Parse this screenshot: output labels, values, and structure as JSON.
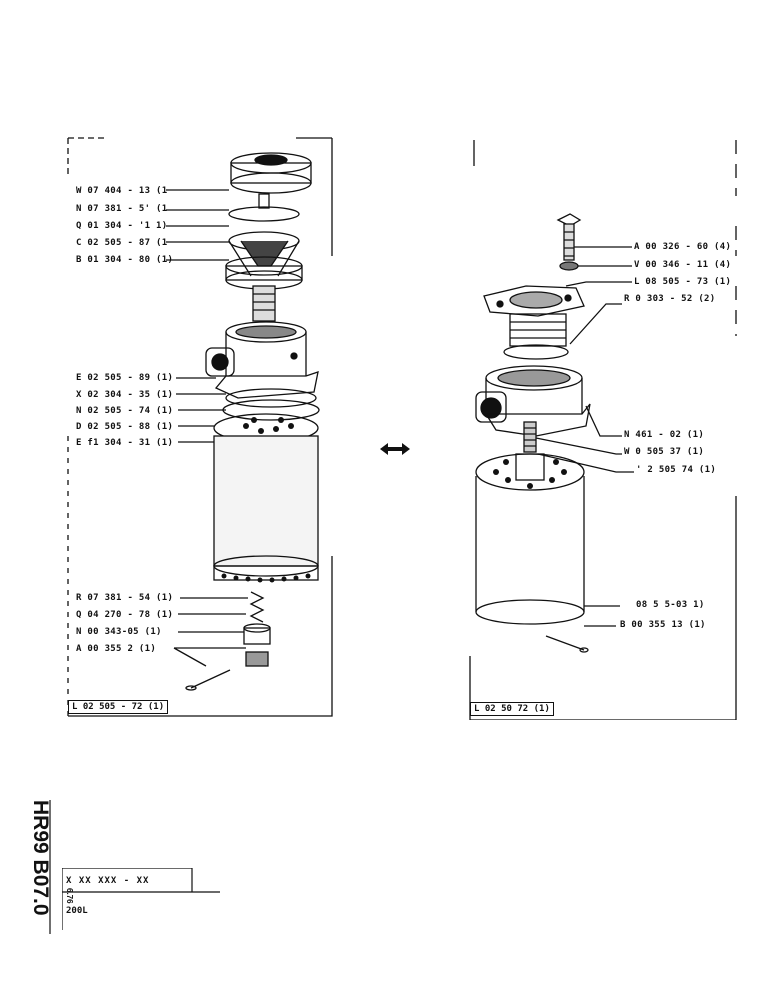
{
  "left_diagram": {
    "callouts": [
      "W 07 404 - 13 (1",
      "N 07 381 - 5' (1",
      "Q 01 304 - '1 1)",
      "C 02 505 - 87 (1",
      "B 01 304 - 80 (1)",
      "E 02 505 - 89 (1)",
      "X 02 304 - 35 (1)",
      "N 02 505 - 74 (1)",
      "D 02 505 - 88 (1)",
      "E f1 304 - 31 (1)",
      "R 07 381 - 54 (1)",
      "Q 04 270 - 78 (1)",
      "N 00 343-05 (1)",
      "A 00 355  2 (1)"
    ],
    "reference": "L 02 505 - 72 (1)"
  },
  "right_diagram": {
    "callouts": [
      "A 00 326 - 60 (4)",
      "V 00 346 - 11 (4)",
      "L 08 505 - 73 (1)",
      "R 0  303 - 52 (2)",
      "N   461 - 02 (1)",
      "W 0  505  37 (1)",
      "'  2 505  74 (1)",
      "08 5 5-03  1)",
      "B 00 355  13 (1)"
    ],
    "reference": "L 02 50   72 (1)"
  },
  "footer": {
    "side_code": "HR99 B07.0",
    "date": "6.76",
    "part_number": "X XX XXX - XX",
    "caption": "200L"
  }
}
